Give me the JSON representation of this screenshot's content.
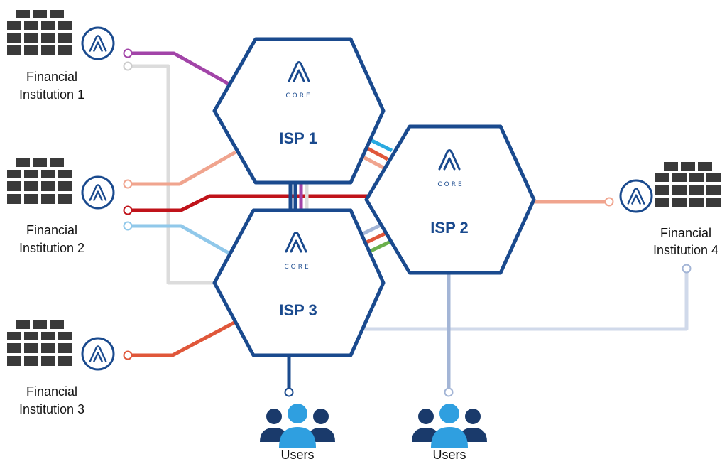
{
  "colors": {
    "navy": "#1a4a8e",
    "building": "#3a3a3a",
    "user_blue": "#2f9fe0",
    "user_dark": "#1a3a6b",
    "purple": "#a244a8",
    "grey": "#dcdcdc",
    "salmon": "#f0a48e",
    "red": "#c0131a",
    "light_blue": "#90c8ea",
    "orange": "#e0573a",
    "cyan": "#2aaae0",
    "green": "#6ab04c",
    "steel": "#a3b5d6",
    "pale_steel": "#d0d9ea"
  },
  "logo_label": "CORE",
  "isps": [
    {
      "id": "isp1",
      "label": "ISP 1"
    },
    {
      "id": "isp2",
      "label": "ISP 2"
    },
    {
      "id": "isp3",
      "label": "ISP 3"
    }
  ],
  "institutions": [
    {
      "id": "fi1",
      "line1": "Financial",
      "line2": "Institution 1"
    },
    {
      "id": "fi2",
      "line1": "Financial",
      "line2": "Institution 2"
    },
    {
      "id": "fi3",
      "line1": "Financial",
      "line2": "Institution 3"
    },
    {
      "id": "fi4",
      "line1": "Financial",
      "line2": "Institution 4"
    }
  ],
  "user_groups": [
    {
      "id": "users-isp3",
      "label": "Users"
    },
    {
      "id": "users-isp2",
      "label": "Users"
    }
  ]
}
